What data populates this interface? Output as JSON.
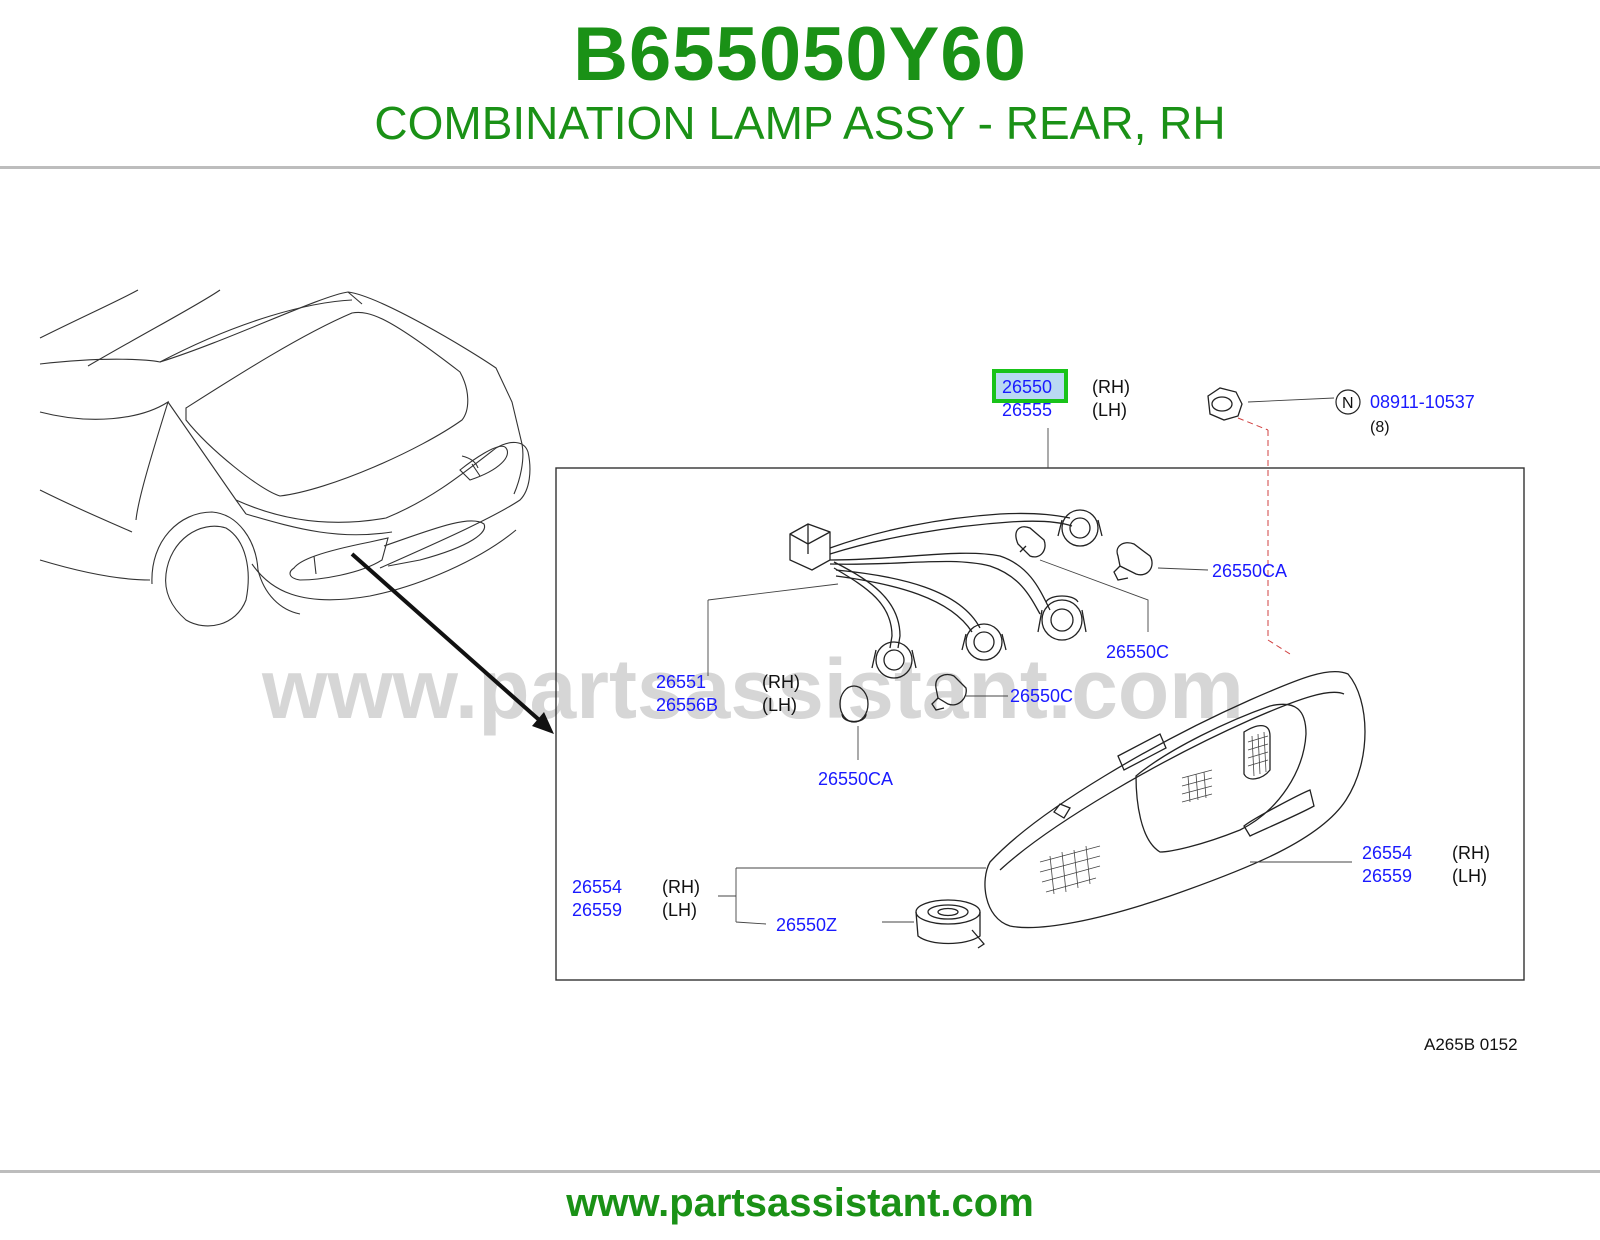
{
  "header": {
    "part_number": "B655050Y60",
    "description": "COMBINATION LAMP ASSY - REAR, RH"
  },
  "watermark": "www.partsassistant.com",
  "footer": {
    "url": "www.partsassistant.com"
  },
  "diagram": {
    "code": "A265B   0152",
    "highlighted_part": "26550",
    "labels": {
      "main_rh": "26550",
      "main_rh_side": "(RH)",
      "main_lh": "26555",
      "main_lh_side": "(LH)",
      "nut_badge": "N",
      "nut_part": "08911-10537",
      "nut_qty": "(8)",
      "bulb_top_right": "26550CA",
      "socket_top": "26550C",
      "harness_rh": "26551",
      "harness_rh_side": "(RH)",
      "harness_lh": "26556B",
      "harness_lh_side": "(LH)",
      "bulb_mid": "26550C",
      "bulb_bottom": "26550CA",
      "lamp_right_rh": "26554",
      "lamp_right_rh_side": "(RH)",
      "lamp_right_lh": "26559",
      "lamp_right_lh_side": "(LH)",
      "lamp_left_rh": "26554",
      "lamp_left_rh_side": "(RH)",
      "lamp_left_lh": "26559",
      "lamp_left_lh_side": "(LH)",
      "seal": "26550Z"
    }
  },
  "colors": {
    "brand_green": "#1a9116",
    "part_link_blue": "#1a1aff",
    "highlight_green": "#19c319",
    "highlight_fill": "#b9d9f2"
  }
}
